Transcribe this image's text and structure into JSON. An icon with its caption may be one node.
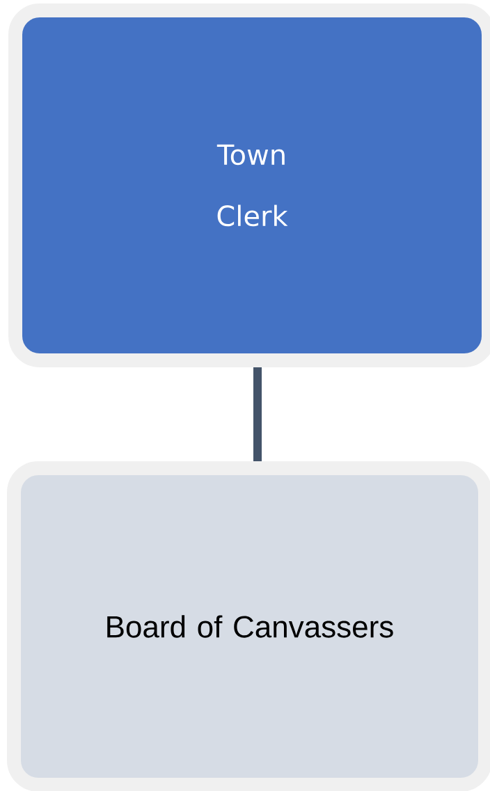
{
  "diagram": {
    "nodes": [
      {
        "text": [
          "Town Clerk"
        ]
      },
      {
        "text": [
          "Board of Canvassers"
        ]
      }
    ],
    "edges": [
      {
        "from": 0,
        "to": 1,
        "arrow": "none"
      }
    ]
  }
}
